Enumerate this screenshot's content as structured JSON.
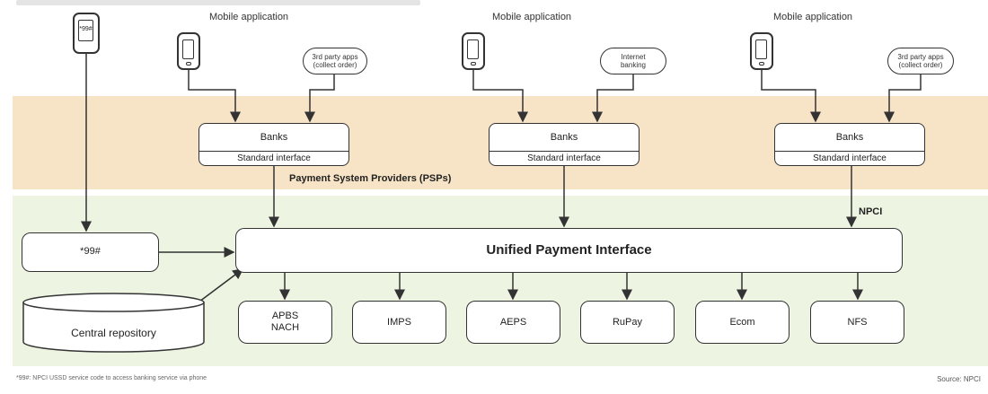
{
  "mobile_app_label": "Mobile application",
  "ussd_phone_code": "*99#",
  "third_party_apps": "3rd party apps\n(collect order)",
  "internet_banking": "Internet\nbanking",
  "bank_name": "Banks",
  "standard_interface": "Standard interface",
  "psp_label": "Payment System Providers (PSPs)",
  "npci_label": "NPCI",
  "upi_label": "Unified Payment Interface",
  "ussd_box_label": "*99#",
  "central_repository": "Central repository",
  "services": [
    "APBS\nNACH",
    "IMPS",
    "AEPS",
    "RuPay",
    "Ecom",
    "NFS"
  ],
  "footnote": "*99#: NPCI USSD service code to access banking service via phone",
  "source": "Source: NPCI",
  "colors": {
    "psp_band": "#f7e3c5",
    "upi_band": "#edf5e2",
    "stroke": "#333333"
  }
}
